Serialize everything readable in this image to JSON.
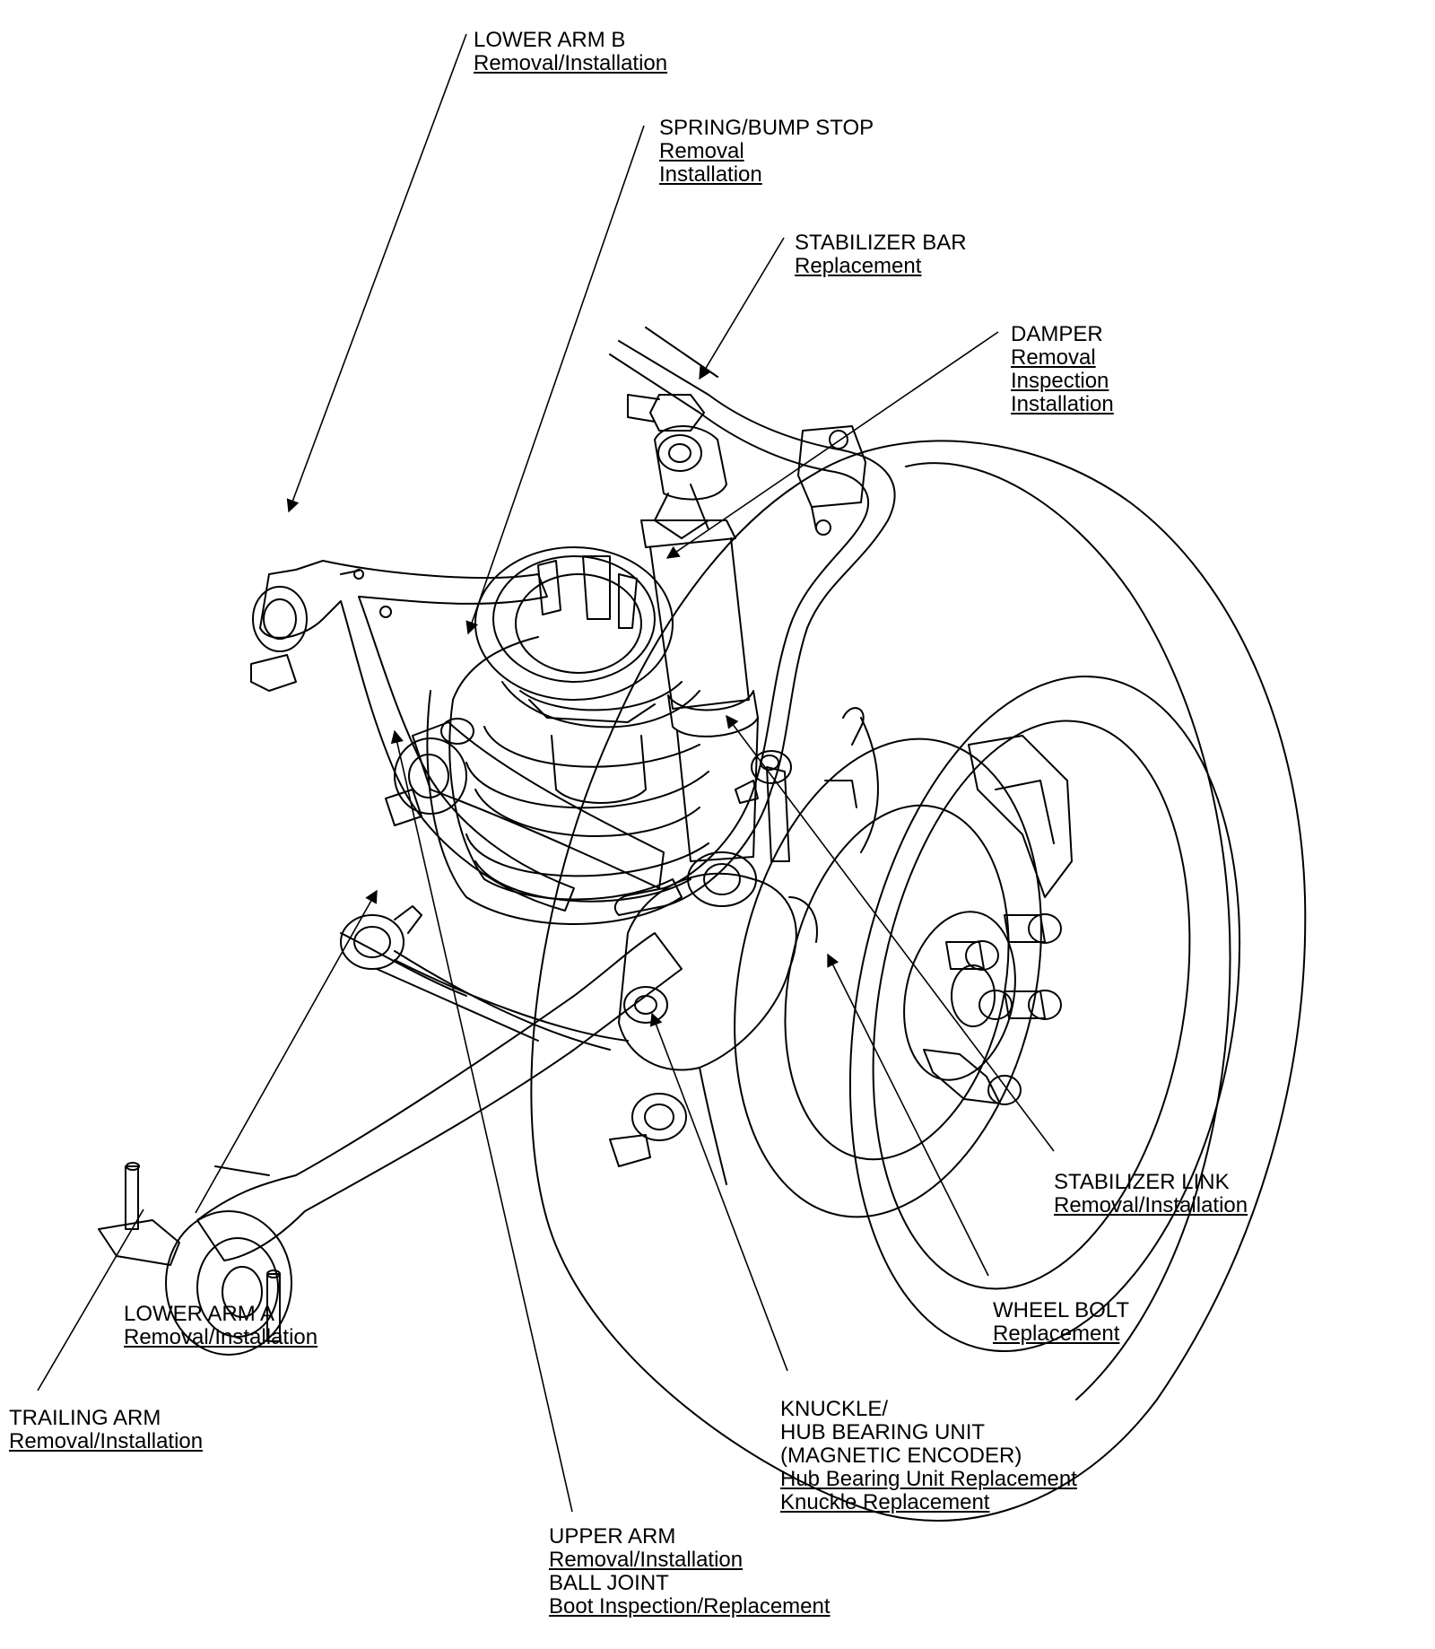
{
  "callouts": [
    {
      "id": "lower-arm-b",
      "title": [
        "LOWER ARM B"
      ],
      "links": [
        "Removal/Installation"
      ]
    },
    {
      "id": "spring-bump-stop",
      "title": [
        "SPRING/BUMP STOP"
      ],
      "links": [
        "Removal",
        "Installation"
      ]
    },
    {
      "id": "stabilizer-bar",
      "title": [
        "STABILIZER BAR"
      ],
      "links": [
        "Replacement"
      ]
    },
    {
      "id": "damper",
      "title": [
        "DAMPER"
      ],
      "links": [
        "Removal",
        "Inspection",
        "Installation"
      ]
    },
    {
      "id": "stabilizer-link",
      "title": [
        "STABILIZER LINK"
      ],
      "links": [
        "Removal/Installation"
      ]
    },
    {
      "id": "wheel-bolt",
      "title": [
        "WHEEL BOLT"
      ],
      "links": [
        "Replacement"
      ]
    },
    {
      "id": "knuckle-hub",
      "title": [
        "KNUCKLE/",
        "HUB BEARING UNIT",
        "(MAGNETIC ENCODER)"
      ],
      "links": [
        "Hub Bearing Unit Replacement",
        "Knuckle Replacement"
      ]
    },
    {
      "id": "lower-arm-a",
      "title": [
        "LOWER ARM A"
      ],
      "links": [
        "Removal/Installation"
      ]
    },
    {
      "id": "trailing-arm",
      "title": [
        "TRAILING ARM"
      ],
      "links": [
        "Removal/Installation"
      ]
    },
    {
      "id": "upper-arm",
      "title": [
        "UPPER ARM"
      ],
      "links": [
        "Removal/Installation"
      ],
      "title2": [
        "BALL JOINT"
      ],
      "links2": [
        "Boot Inspection/Replacement"
      ]
    }
  ]
}
